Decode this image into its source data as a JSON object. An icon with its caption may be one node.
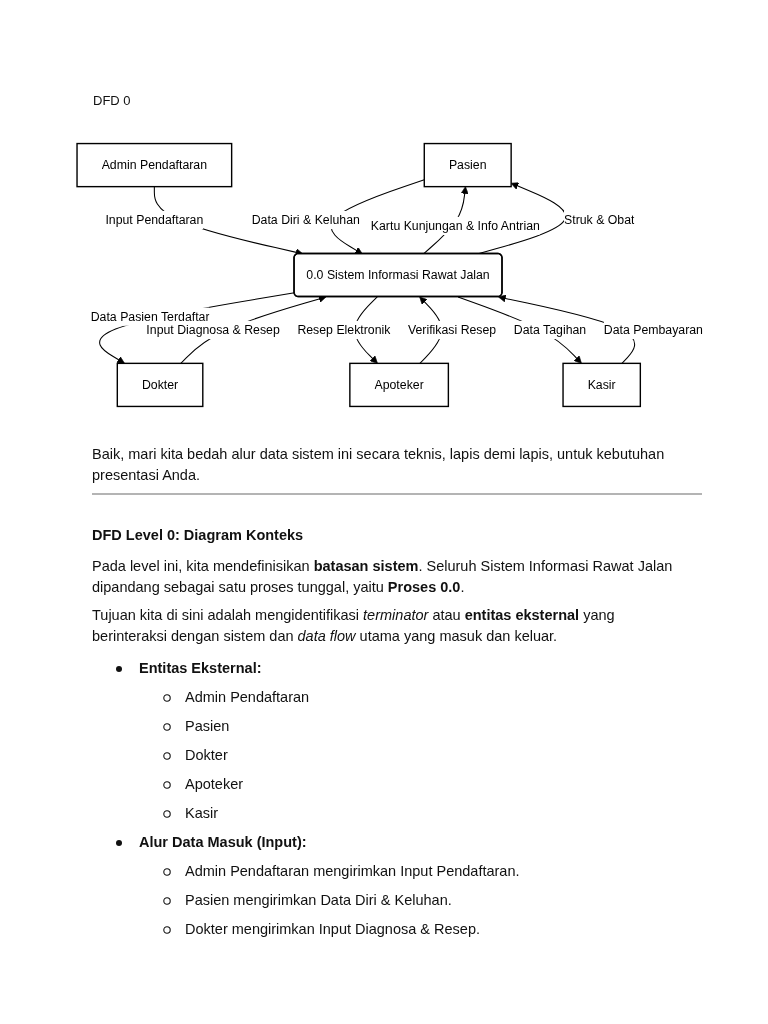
{
  "diagram": {
    "title": "DFD 0",
    "nodes": [
      {
        "text": [
          "Admin Pendaftaran"
        ]
      },
      {
        "text": [
          "Pasien"
        ]
      },
      {
        "text": [
          "0.0 Sistem Informasi Rawat Jalan"
        ]
      },
      {
        "text": [
          "Dokter"
        ]
      },
      {
        "text": [
          "Apoteker"
        ]
      },
      {
        "text": [
          "Kasir"
        ]
      }
    ],
    "edges": [
      {
        "from": 0,
        "to": 2,
        "arrow": "to",
        "label": "Input Pendaftaran"
      },
      {
        "from": 1,
        "to": 2,
        "arrow": "to",
        "label": "Data Diri & Keluhan"
      },
      {
        "from": 2,
        "to": 1,
        "arrow": "to",
        "label": "Kartu Kunjungan & Info Antrian"
      },
      {
        "from": 2,
        "to": 1,
        "arrow": "to",
        "label": "Struk & Obat"
      },
      {
        "from": 2,
        "to": 3,
        "arrow": "to",
        "label": "Data Pasien Terdaftar"
      },
      {
        "from": 3,
        "to": 2,
        "arrow": "to",
        "label": "Input Diagnosa & Resep"
      },
      {
        "from": 2,
        "to": 4,
        "arrow": "to",
        "label": "Resep Elektronik"
      },
      {
        "from": 4,
        "to": 2,
        "arrow": "to",
        "label": "Verifikasi Resep"
      },
      {
        "from": 2,
        "to": 5,
        "arrow": "to",
        "label": "Data Tagihan"
      },
      {
        "from": 5,
        "to": 2,
        "arrow": "to",
        "label": "Data Pembayaran"
      }
    ],
    "labels": [
      "Baik, mari kita bedah alur data sistem ini secara teknis, lapis demi lapis, untuk kebutuhan presentasi Anda.",
      "DFD Level 0: Diagram Konteks",
      "Pada level ini, kita mendefinisikan **batasan sistem**. Seluruh Sistem Informasi Rawat Jalan dipandang sebagai satu proses tunggal, yaitu **Proses 0.0**.",
      "Tujuan kita di sini adalah mengidentifikasi *terminator* atau **entitas eksternal** yang berinteraksi dengan sistem dan *data flow* utama yang masuk dan keluar.",
      "Entitas Eksternal:",
      "Admin Pendaftaran",
      "Pasien",
      "Dokter",
      "Apoteker",
      "Kasir",
      "Alur Data Masuk (Input):",
      "Admin Pendaftaran mengirimkan Input Pendaftaran.",
      "Pasien mengirimkan Data Diri & Keluhan.",
      "Dokter mengirimkan Input Diagnosa & Resep."
    ]
  }
}
